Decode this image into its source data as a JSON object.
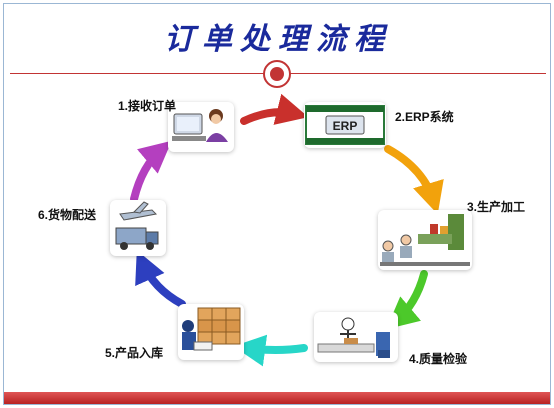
{
  "title": "订单处理流程",
  "steps": [
    {
      "label": "1.接收订单",
      "icon": "order-receiving-icon"
    },
    {
      "label": "2.ERP系统",
      "icon": "erp-system-icon",
      "icon_text": "ERP"
    },
    {
      "label": "3.生产加工",
      "icon": "production-icon"
    },
    {
      "label": "4.质量检验",
      "icon": "quality-inspection-icon"
    },
    {
      "label": "5.产品入库",
      "icon": "warehouse-icon"
    },
    {
      "label": "6.货物配送",
      "icon": "delivery-icon"
    }
  ],
  "arrow_colors": [
    "#c9302c",
    "#f2a20c",
    "#4cc92a",
    "#27d6c8",
    "#2d3fbf",
    "#b43fbf"
  ],
  "accent": "#c23434",
  "title_color": "#1a2a9c"
}
